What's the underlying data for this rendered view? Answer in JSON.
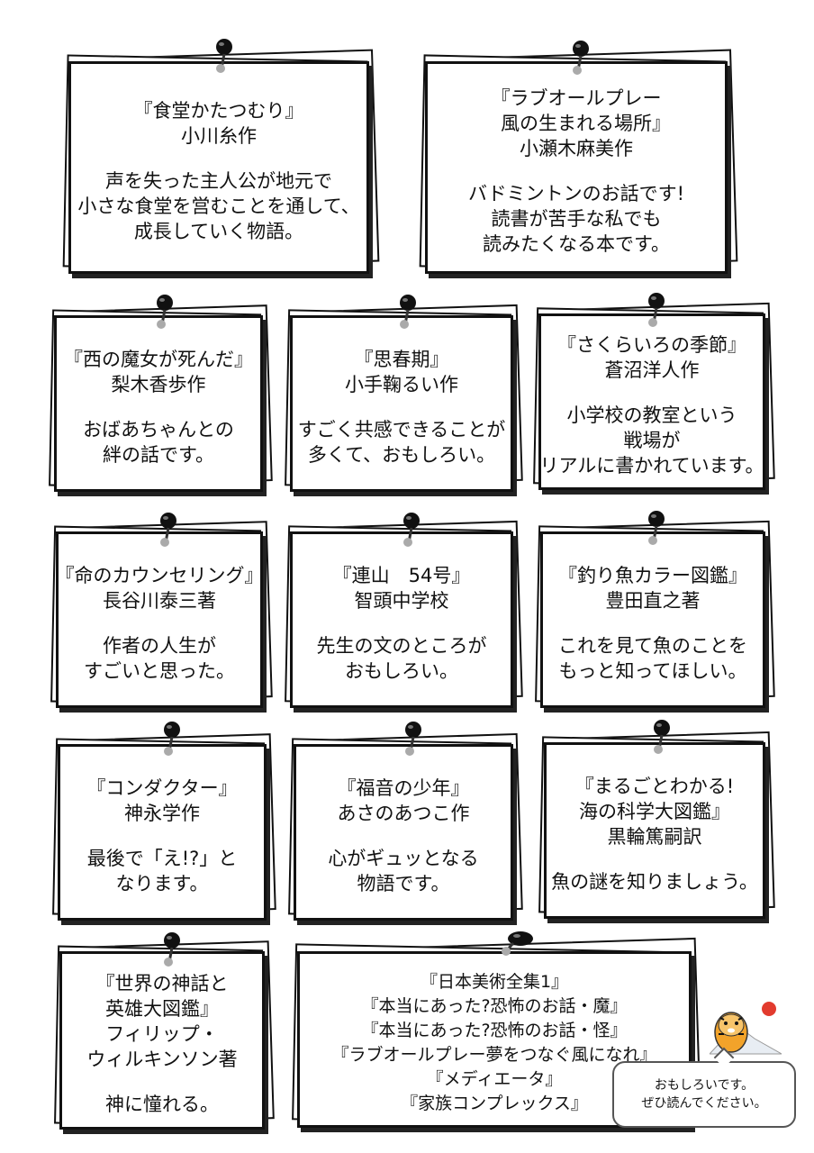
{
  "cards": [
    {
      "lines": [
        "『食堂かたつむり』",
        "小川糸作",
        "",
        "声を失った主人公が地元で",
        "小さな食堂を営むことを通して、",
        "成長していく物語。"
      ]
    },
    {
      "lines": [
        "『ラブオールプレー",
        "　風の生まれる場所』",
        "小瀬木麻美作",
        "",
        "バドミントンのお話です!",
        "読書が苦手な私でも",
        "読みたくなる本です。"
      ]
    },
    {
      "lines": [
        "『西の魔女が死んだ』",
        "梨木香歩作",
        "",
        "おばあちゃんとの",
        "絆の話です。"
      ]
    },
    {
      "lines": [
        "『思春期』",
        "小手鞠るい作",
        "",
        "すごく共感できることが",
        "多くて、おもしろい。"
      ]
    },
    {
      "lines": [
        "『さくらいろの季節』",
        "蒼沼洋人作",
        "",
        "小学校の教室という",
        "戦場が",
        "リアルに書かれています。"
      ]
    },
    {
      "lines": [
        "『命のカウンセリング』",
        "長谷川泰三著",
        "",
        "作者の人生が",
        "すごいと思った。"
      ]
    },
    {
      "lines": [
        "『連山　54号』",
        "智頭中学校",
        "",
        "先生の文のところが",
        "おもしろい。"
      ]
    },
    {
      "lines": [
        "『釣り魚カラー図鑑』",
        "豊田直之著",
        "",
        "これを見て魚のことを",
        "もっと知ってほしい。"
      ]
    },
    {
      "lines": [
        "『コンダクター』",
        "神永学作",
        "",
        "最後で「え!?」と",
        "なります。"
      ]
    },
    {
      "lines": [
        "『福音の少年』",
        "あさのあつこ作",
        "",
        "心がギュッとなる",
        "物語です。"
      ]
    },
    {
      "lines": [
        "『まるごとわかる!",
        "海の科学大図鑑』",
        "黒輪篤嗣訳",
        "",
        "魚の謎を知りましょう。"
      ]
    },
    {
      "lines": [
        "『世界の神話と",
        "英雄大図鑑』",
        "フィリップ・",
        "ウィルキンソン著",
        "",
        "神に憧れる。"
      ]
    },
    {
      "lines": [
        "『日本美術全集1』",
        "『本当にあった?恐怖のお話・魔』",
        "『本当にあった?恐怖のお話・怪』",
        "『ラブオールプレー夢をつなぐ風になれ』",
        "『メディエータ』",
        "『家族コンプレックス』"
      ]
    }
  ],
  "speech": {
    "line1": "おもしろいです。",
    "line2": "ぜひ読んでください。"
  }
}
